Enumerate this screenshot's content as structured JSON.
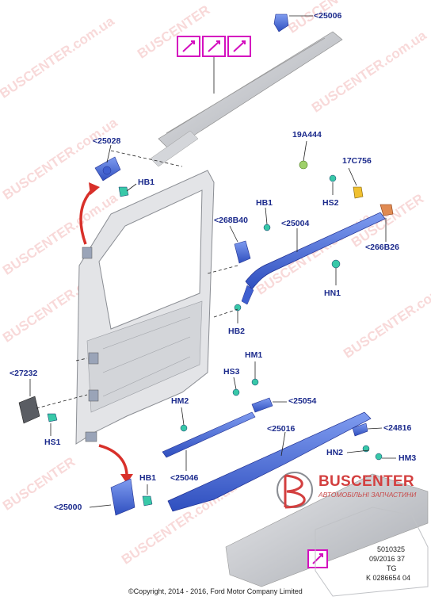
{
  "watermark": {
    "brand_text": "BUSCENTER",
    "site_text": "BUSCENTER.com.ua",
    "logo_name": "BUSCENTER",
    "logo_tagline": "АВТОМОБІЛЬНІ ЗАПЧАСТИНИ",
    "color": "#e07b7b"
  },
  "callouts": [
    {
      "id": "25006",
      "text": "<25006"
    },
    {
      "id": "25028",
      "text": "<25028"
    },
    {
      "id": "HB1_top",
      "text": "HB1"
    },
    {
      "id": "19A444",
      "text": "19A444"
    },
    {
      "id": "17C756",
      "text": "17C756"
    },
    {
      "id": "HS2",
      "text": "HS2"
    },
    {
      "id": "HB1_mid",
      "text": "HB1"
    },
    {
      "id": "268B40",
      "text": "<268B40"
    },
    {
      "id": "25004",
      "text": "<25004"
    },
    {
      "id": "266B26",
      "text": "<266B26"
    },
    {
      "id": "HN1",
      "text": "HN1"
    },
    {
      "id": "HB2",
      "text": "HB2"
    },
    {
      "id": "HM1",
      "text": "HM1"
    },
    {
      "id": "27232",
      "text": "<27232"
    },
    {
      "id": "HS3",
      "text": "HS3"
    },
    {
      "id": "25054",
      "text": "<25054"
    },
    {
      "id": "HM2",
      "text": "HM2"
    },
    {
      "id": "HS1",
      "text": "HS1"
    },
    {
      "id": "25016",
      "text": "<25016"
    },
    {
      "id": "24816",
      "text": "<24816"
    },
    {
      "id": "HN2",
      "text": "HN2"
    },
    {
      "id": "HM3",
      "text": "HM3"
    },
    {
      "id": "25046",
      "text": "<25046"
    },
    {
      "id": "HB1_bot",
      "text": "HB1"
    },
    {
      "id": "25000",
      "text": "<25000"
    }
  ],
  "info_block": {
    "code": "5010325",
    "date": "09/2016 37",
    "tg": "TG",
    "ref": "K 0286654 04"
  },
  "copyright": "©Copyright, 2014 - 2016, Ford Motor Company Limited",
  "colors": {
    "label_blue": "#1b2a8c",
    "part_blue": "#3f5fd0",
    "arrow_red": "#d8302a",
    "icon_magenta": "#d40fbf",
    "gray_part": "#c9cbd0"
  }
}
